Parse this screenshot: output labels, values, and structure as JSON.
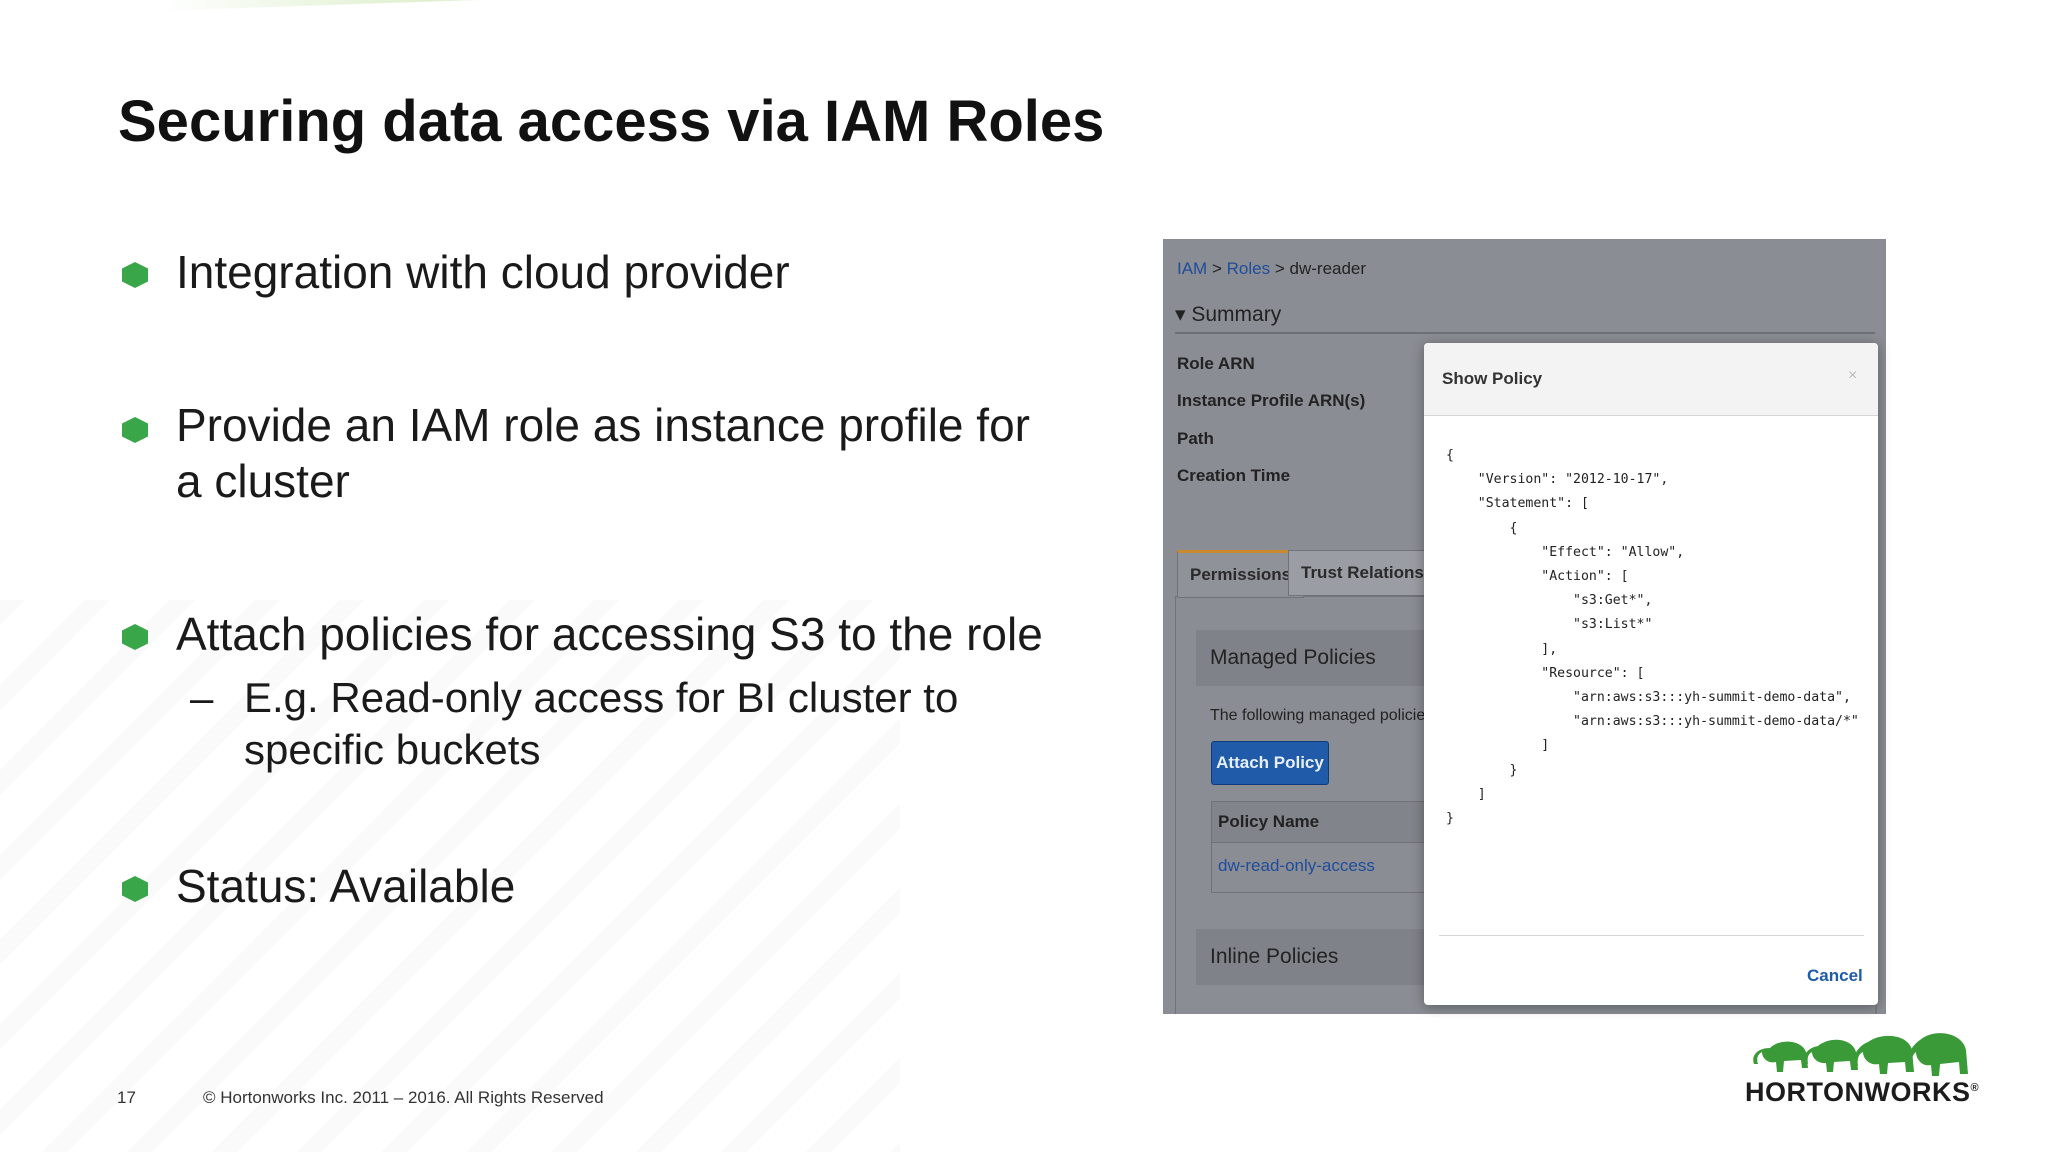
{
  "slide": {
    "title": "Securing data access via IAM Roles",
    "bullets": [
      "Integration with cloud provider",
      "Provide an IAM role as instance profile for a cluster",
      "Attach policies for accessing S3 to the role",
      "Status: Available"
    ],
    "sub_bullet": {
      "dash": "–",
      "text": "E.g. Read-only access for BI cluster to specific buckets"
    },
    "page_number": "17",
    "copyright": "© Hortonworks Inc. 2011 – 2016. All Rights Reserved",
    "logo_text": "HORTONWORKS",
    "logo_reg": "®",
    "accent_color": "#3aa64a"
  },
  "console": {
    "breadcrumb": {
      "iam": "IAM",
      "sep1": ">",
      "roles": "Roles",
      "sep2": ">",
      "current": "dw-reader"
    },
    "summary": "▾ Summary",
    "fields": [
      "Role ARN",
      "Instance Profile ARN(s)",
      "Path",
      "Creation Time"
    ],
    "tabs": [
      "Permissions",
      "Trust Relationships"
    ],
    "managed_policies": "Managed Policies",
    "managed_desc": "The following managed policies are",
    "attach_button": "Attach Policy",
    "table_header": "Policy Name",
    "table_row": "dw-read-only-access",
    "inline_policies": "Inline Policies"
  },
  "modal": {
    "title": "Show Policy",
    "close": "×",
    "policy_json": "{\n    \"Version\": \"2012-10-17\",\n    \"Statement\": [\n        {\n            \"Effect\": \"Allow\",\n            \"Action\": [\n                \"s3:Get*\",\n                \"s3:List*\"\n            ],\n            \"Resource\": [\n                \"arn:aws:s3:::yh-summit-demo-data\",\n                \"arn:aws:s3:::yh-summit-demo-data/*\"\n            ]\n        }\n    ]\n}",
    "cancel": "Cancel"
  }
}
